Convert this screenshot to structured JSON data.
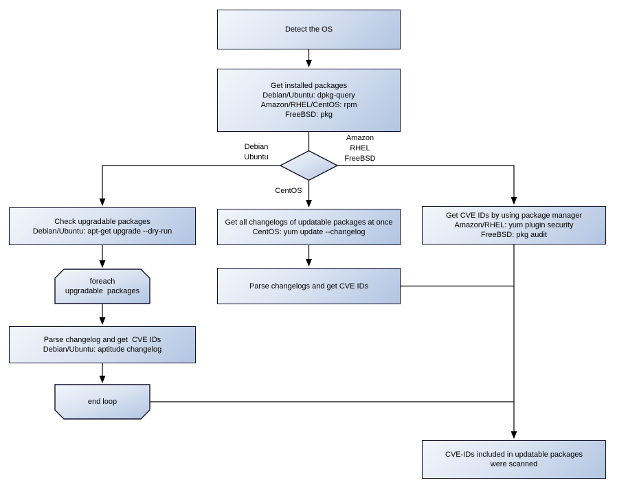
{
  "diagram": {
    "colors": {
      "node_fill_light": "#f3f6fb",
      "node_fill_dark": "#b2c5e2",
      "node_border": "#10102c",
      "connector": "#000000",
      "text": "#000000",
      "background": "#ffffff"
    },
    "nodes": {
      "detect_os": {
        "lines": [
          "Detect the OS"
        ]
      },
      "get_installed_packages": {
        "lines": [
          "Get installed packages",
          "Debian/Ubuntu: dpkg-query",
          "Amazon/RHEL/CentOS: rpm",
          "FreeBSD: pkg"
        ]
      },
      "check_upgradable": {
        "lines": [
          "Check upgradable packages",
          "Debian/Ubuntu: apt-get upgrade --dry-run"
        ]
      },
      "get_all_changelogs": {
        "lines": [
          "Get all changelogs of updatable packages at once",
          "CentOS: yum update --changelog"
        ]
      },
      "get_cve_ids": {
        "lines": [
          "Get CVE IDs by using package manager",
          "Amazon/RHEL: yum plugin security",
          "FreeBSD: pkg audit"
        ]
      },
      "foreach_loop": {
        "lines": [
          "foreach",
          "upgradable  packages"
        ]
      },
      "parse_changelogs": {
        "lines": [
          "Parse changelogs and get CVE IDs"
        ]
      },
      "parse_changelog": {
        "lines": [
          "Parse changelog and get  CVE IDs",
          "Debian/Ubuntu: aptitude changelog"
        ]
      },
      "end_loop": {
        "lines": [
          "end loop"
        ]
      },
      "scanned": {
        "lines": [
          "CVE-IDs included in updatable packages",
          "were scanned"
        ]
      }
    },
    "edge_labels": {
      "left_branch": [
        "Debian",
        "Ubuntu"
      ],
      "right_branch": [
        "Amazon",
        "RHEL",
        "FreeBSD"
      ],
      "down_branch": [
        "CentOS"
      ]
    }
  }
}
